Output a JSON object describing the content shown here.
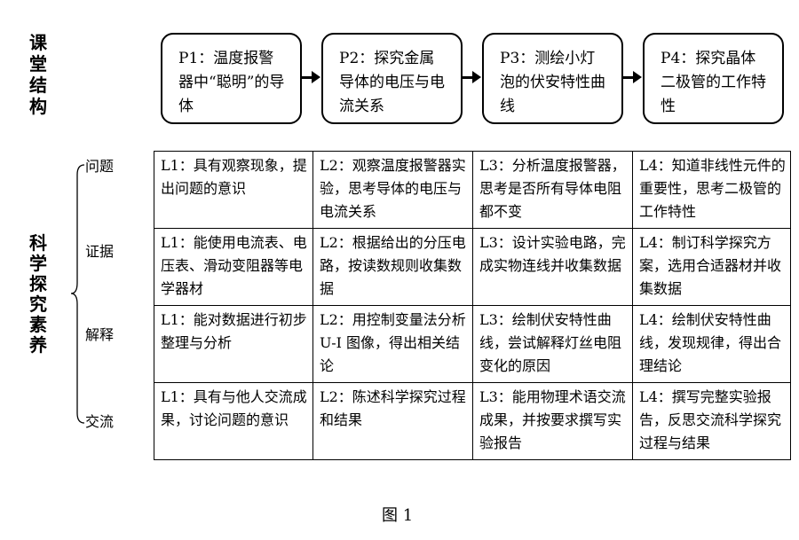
{
  "side_labels": {
    "top": "课堂结构",
    "left": "科学探究素养"
  },
  "periods": [
    {
      "text": "P1：温度报警器中“聪明”的导体"
    },
    {
      "text": "P2：探究金属导体的电压与电流关系"
    },
    {
      "text": "P3：测绘小灯泡的伏安特性曲线"
    },
    {
      "text": "P4：探究晶体二极管的工作特性"
    }
  ],
  "categories": [
    "问题",
    "证据",
    "解释",
    "交流"
  ],
  "grid": [
    [
      "L1：具有观察现象，提出问题的意识",
      "L2：观察温度报警器实验，思考导体的电压与电流关系",
      "L3：分析温度报警器，思考是否所有导体电阻都不变",
      "L4：知道非线性元件的重要性，思考二极管的工作特性"
    ],
    [
      "L1：能使用电流表、电压表、滑动变阻器等电学器材",
      "L2：根据给出的分压电路，按读数规则收集数据",
      "L3：设计实验电路，完成实物连线并收集数据",
      "L4：制订科学探究方案，选用合适器材并收集数据"
    ],
    [
      "L1：能对数据进行初步整理与分析",
      "L2：用控制变量法分析 U-I 图像，得出相关结论",
      "L3：绘制伏安特性曲线，尝试解释灯丝电阻变化的原因",
      "L4：绘制伏安特性曲线，发现规律，得出合理结论"
    ],
    [
      "L1：具有与他人交流成果，讨论问题的意识",
      "L2：陈述科学探究过程和结果",
      "L3：能用物理术语交流成果，并按要求撰写实验报告",
      "L4：撰写完整实验报告，反思交流科学探究过程与结果"
    ]
  ],
  "caption": "图 1"
}
